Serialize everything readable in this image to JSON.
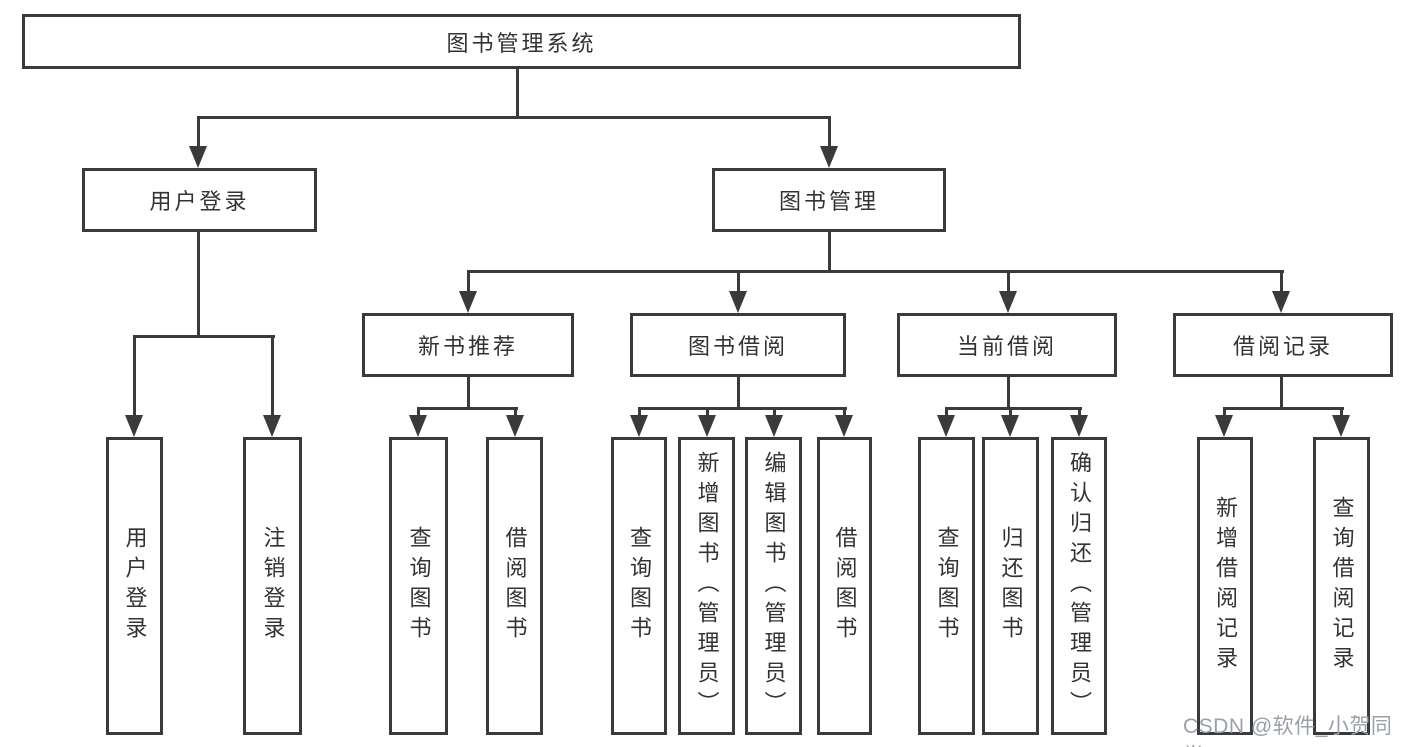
{
  "diagram": {
    "type": "tree",
    "title": "图书管理系统",
    "hierarchy": {
      "label": "图书管理系统",
      "children": [
        {
          "label": "用户登录",
          "children": [
            {
              "label": "用户登录"
            },
            {
              "label": "注销登录"
            }
          ]
        },
        {
          "label": "图书管理",
          "children": [
            {
              "label": "新书推荐",
              "children": [
                {
                  "label": "查询图书"
                },
                {
                  "label": "借阅图书"
                }
              ]
            },
            {
              "label": "图书借阅",
              "children": [
                {
                  "label": "查询图书"
                },
                {
                  "label": "新增图书（管理员）"
                },
                {
                  "label": "编辑图书（管理员）"
                },
                {
                  "label": "借阅图书"
                }
              ]
            },
            {
              "label": "当前借阅",
              "children": [
                {
                  "label": "查询图书"
                },
                {
                  "label": "归还图书"
                },
                {
                  "label": "确认归还（管理员）"
                }
              ]
            },
            {
              "label": "借阅记录",
              "children": [
                {
                  "label": "新增借阅记录"
                },
                {
                  "label": "查询借阅记录"
                }
              ]
            }
          ]
        }
      ]
    }
  },
  "watermark": {
    "text": "CSDN @软件_小贺同学"
  },
  "colors": {
    "line": "#3a3a3a",
    "text": "#333333",
    "background": "#ffffff",
    "watermark": "#9aa0a8"
  }
}
